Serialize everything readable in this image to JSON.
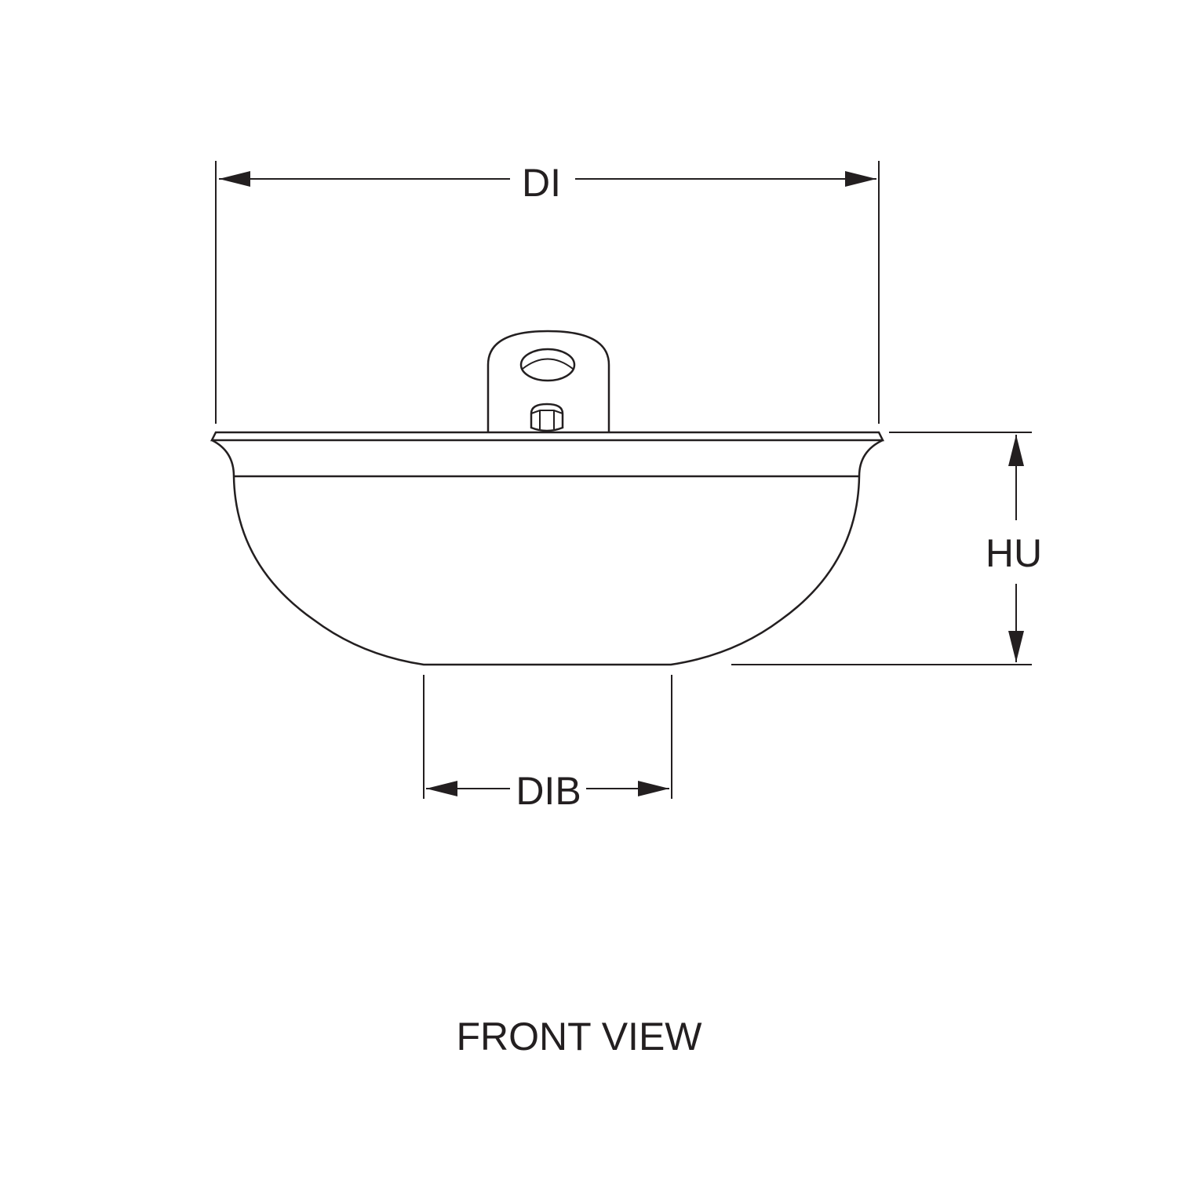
{
  "dimensions": {
    "di": "DI",
    "hu": "HU",
    "dib": "DIB"
  },
  "caption": "FRONT VIEW",
  "colors": {
    "line": "#231f20",
    "background": "#ffffff"
  }
}
